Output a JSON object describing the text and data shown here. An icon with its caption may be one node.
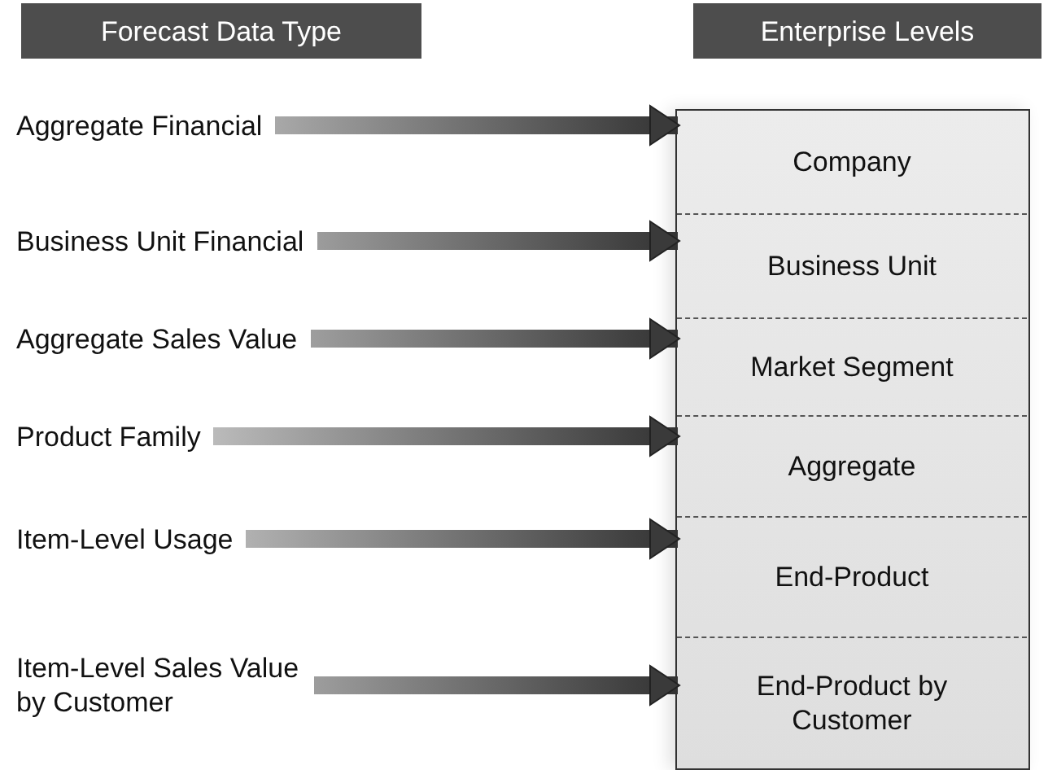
{
  "diagram": {
    "nodes": [
      {
        "text": [
          "Forecast Data Type"
        ]
      },
      {
        "text": [
          "Enterprise Levels"
        ]
      },
      {
        "text": [
          "Aggregate Financial"
        ]
      },
      {
        "text": [
          "Business Unit Financial"
        ]
      },
      {
        "text": [
          "Aggregate Sales Value"
        ]
      },
      {
        "text": [
          "Product Family"
        ]
      },
      {
        "text": [
          "Item-Level Usage"
        ]
      },
      {
        "text": [
          "Item-Level Sales Value by Customer"
        ]
      },
      {
        "text": [],
        "shape": "box"
      },
      {
        "text": [
          "Company"
        ],
        "in": 8
      },
      {
        "text": [
          "Business Unit"
        ],
        "in": 8
      },
      {
        "text": [
          "Market Segment"
        ],
        "in": 8
      },
      {
        "text": [
          "Aggregate"
        ],
        "in": 8
      },
      {
        "text": [
          "End-Product"
        ],
        "in": 8
      },
      {
        "text": [
          "End-Product by Customer"
        ],
        "in": 8
      }
    ],
    "edges": [
      {
        "from": 2,
        "to": 9,
        "arrow": "to"
      },
      {
        "from": 3,
        "to": 10,
        "arrow": "to"
      },
      {
        "from": 4,
        "to": 11,
        "arrow": "to"
      },
      {
        "from": 5,
        "to": 12,
        "arrow": "to"
      },
      {
        "from": 6,
        "to": 13,
        "arrow": "to"
      },
      {
        "from": 7,
        "to": 14,
        "arrow": "to"
      }
    ]
  }
}
